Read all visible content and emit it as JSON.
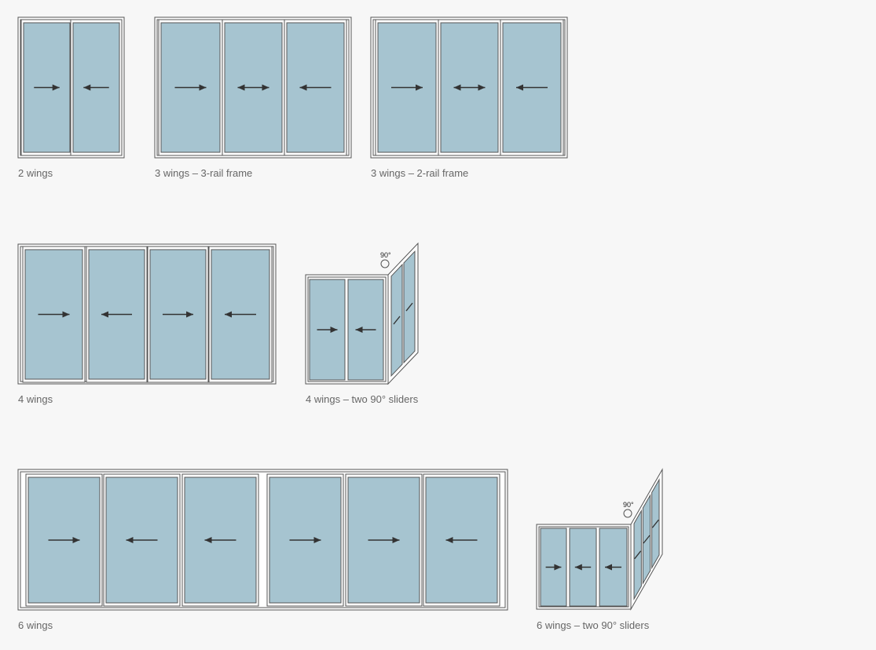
{
  "colors": {
    "glass": "#a6c4d0",
    "frame": "#ffffff",
    "line": "#555555",
    "arrow": "#333333",
    "bg": "#f7f7f7"
  },
  "diagrams": [
    {
      "label": "2 wings",
      "arrows": [
        "right",
        "left"
      ]
    },
    {
      "label": "3 wings – 3-rail frame",
      "arrows": [
        "right",
        "both",
        "left"
      ]
    },
    {
      "label": "3 wings – 2-rail frame",
      "arrows": [
        "right",
        "both",
        "left"
      ]
    },
    {
      "label": "4 wings",
      "arrows": [
        "right",
        "left",
        "right",
        "left"
      ]
    },
    {
      "label": "4 wings – two 90° sliders",
      "angle": "90°",
      "arrows": [
        "right",
        "left"
      ],
      "side_arrows": [
        "in",
        "in"
      ]
    },
    {
      "label": "6 wings",
      "arrows": [
        "right",
        "left",
        "left",
        "right",
        "right",
        "left"
      ]
    },
    {
      "label": "6 wings – two 90° sliders",
      "angle": "90°",
      "arrows": [
        "right",
        "left",
        "left"
      ],
      "side_arrows": [
        "in",
        "in",
        "in"
      ]
    }
  ]
}
